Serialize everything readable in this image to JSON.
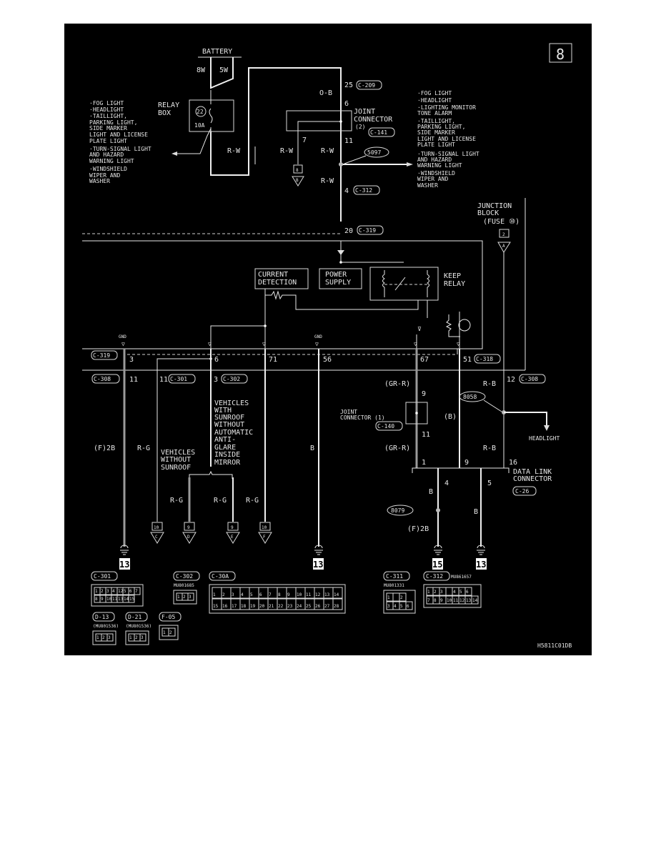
{
  "page_number": "8",
  "diagram_code": "H5811C01DB",
  "battery": {
    "label": "BATTERY",
    "fusible_links": [
      "8W",
      "5W"
    ]
  },
  "relay_box": {
    "label": [
      "RELAY",
      "BOX"
    ],
    "fuse_number": "22",
    "fuse_rating": "10A"
  },
  "left_feeds": [
    "·FOG LIGHT",
    "·HEADLIGHT",
    "·TAILLIGHT,",
    " PARKING LIGHT,",
    " SIDE MARKER",
    " LIGHT AND LICENSE",
    " PLATE LIGHT",
    "·TURN-SIGNAL LIGHT",
    " AND HAZARD",
    " WARNING LIGHT",
    "·WINDSHIELD",
    " WIPER AND",
    " WASHER"
  ],
  "right_feeds": [
    "·FOG LIGHT",
    "·HEADLIGHT",
    "·LIGHTING MONITOR",
    " TONE ALARM",
    "·TAILLIGHT,",
    " PARKING LIGHT,",
    " SIDE MARKER",
    " LIGHT AND LICENSE",
    " PLATE LIGHT",
    "·TURN-SIGNAL LIGHT",
    " AND HAZARD",
    " WARNING LIGHT",
    "·WINDSHIELD",
    " WIPER AND",
    " WASHER"
  ],
  "wire_colors": {
    "ob": "O-B",
    "rw": "R-W",
    "rg": "R-G",
    "b": "B",
    "f2b": "(F)2B",
    "grr": "(GR-R)",
    "bp": "(B)",
    "rb": "R-B"
  },
  "connectors": {
    "c209": "C-209",
    "c141": "C-141",
    "c312": "C-312",
    "c319": "C-319",
    "c318": "C-318",
    "c308": "C-308",
    "c301": "C-301",
    "c302": "C-302",
    "c140": "C-140",
    "c26": "C-26"
  },
  "pins": {
    "p25": "25",
    "p6": "6",
    "p7": "7",
    "p11": "11",
    "p4": "4",
    "p20": "20",
    "p3": "3",
    "p6b": "6",
    "p71": "71",
    "p56": "56",
    "p67": "67",
    "p51": "51",
    "p11b": "11",
    "p11c": "11",
    "p3b": "3",
    "p12": "12",
    "p9": "9",
    "p11d": "11",
    "p1": "1",
    "p9b": "9",
    "p16": "16",
    "p4b": "4",
    "p5": "5"
  },
  "joint_connector_2": [
    "JOINT",
    "CONNECTOR",
    "(2)"
  ],
  "joint_connector_1": [
    "JOINT",
    "CONNECTOR (1)"
  ],
  "splices": {
    "s5097": "5097",
    "s8058": "8058",
    "s8079": "8079"
  },
  "junction_block": [
    "JUNCTION",
    "BLOCK",
    "(FUSE ⑩)"
  ],
  "jb_terminal": "2",
  "jb_ref": "A",
  "refs": {
    "r8": "8",
    "rB": "B",
    "rC10": "10",
    "rC": "C",
    "rD9": "9",
    "rD": "D",
    "rE9": "9",
    "rE": "E",
    "rF10": "10",
    "rF": "F"
  },
  "module": {
    "current_detection": [
      "CURRENT",
      "DETECTION"
    ],
    "power_supply": [
      "POWER",
      "SUPPLY"
    ],
    "keep_relay": [
      "KEEP",
      "RELAY"
    ],
    "gnd": "GND"
  },
  "notes": {
    "with_sunroof": [
      "VEHICLES",
      "WITH",
      "SUNROOF",
      "WITHOUT",
      "AUTOMATIC",
      "ANTI-",
      "GLARE",
      "INSIDE",
      "MIRROR"
    ],
    "without_sunroof": [
      "VEHICLES",
      "WITHOUT",
      "SUNROOF"
    ]
  },
  "headlight": "HEADLIGHT",
  "data_link_connector": [
    "DATA LINK",
    "CONNECTOR"
  ],
  "grounds": [
    "13",
    "13",
    "15",
    "13"
  ],
  "connector_views": [
    {
      "id": "C-301",
      "part": "",
      "rows": [
        [
          "1",
          "2",
          "3",
          "4",
          "12",
          "5",
          "6",
          "7"
        ],
        [
          "8",
          "9",
          "10",
          "11",
          "13",
          "14",
          "15"
        ]
      ]
    },
    {
      "id": "C-302",
      "part": "MU801685",
      "rows": [
        [
          "1",
          "2",
          "3"
        ]
      ]
    },
    {
      "id": "C-30A",
      "part": "",
      "rows": [
        [
          "1",
          "2",
          "3",
          "4",
          "5",
          "6",
          "7",
          "8",
          "9",
          "10",
          "11",
          "12",
          "13",
          "14"
        ],
        [
          "15",
          "16",
          "17",
          "18",
          "19",
          "20",
          "21",
          "22",
          "23",
          "24",
          "25",
          "26",
          "27",
          "28"
        ]
      ]
    },
    {
      "id": "C-311",
      "part": "MU801331",
      "rows": [
        [
          "1",
          "",
          "2"
        ],
        [
          "3",
          "4",
          "5",
          "6"
        ]
      ]
    },
    {
      "id": "C-312",
      "part": "MU861657",
      "rows": [
        [
          "1",
          "2",
          "3",
          "",
          "4",
          "5",
          "6"
        ],
        [
          "7",
          "8",
          "9",
          "10",
          "11",
          "12",
          "13",
          "14"
        ]
      ]
    },
    {
      "id": "D-13",
      "part": "(MU801536)",
      "rows": [
        [
          "1",
          "2",
          "3"
        ]
      ]
    },
    {
      "id": "D-21",
      "part": "(MU801536)",
      "rows": [
        [
          "1",
          "2",
          "3"
        ]
      ]
    },
    {
      "id": "F-05",
      "part": "",
      "rows": [
        [
          "1",
          "2"
        ]
      ]
    }
  ]
}
